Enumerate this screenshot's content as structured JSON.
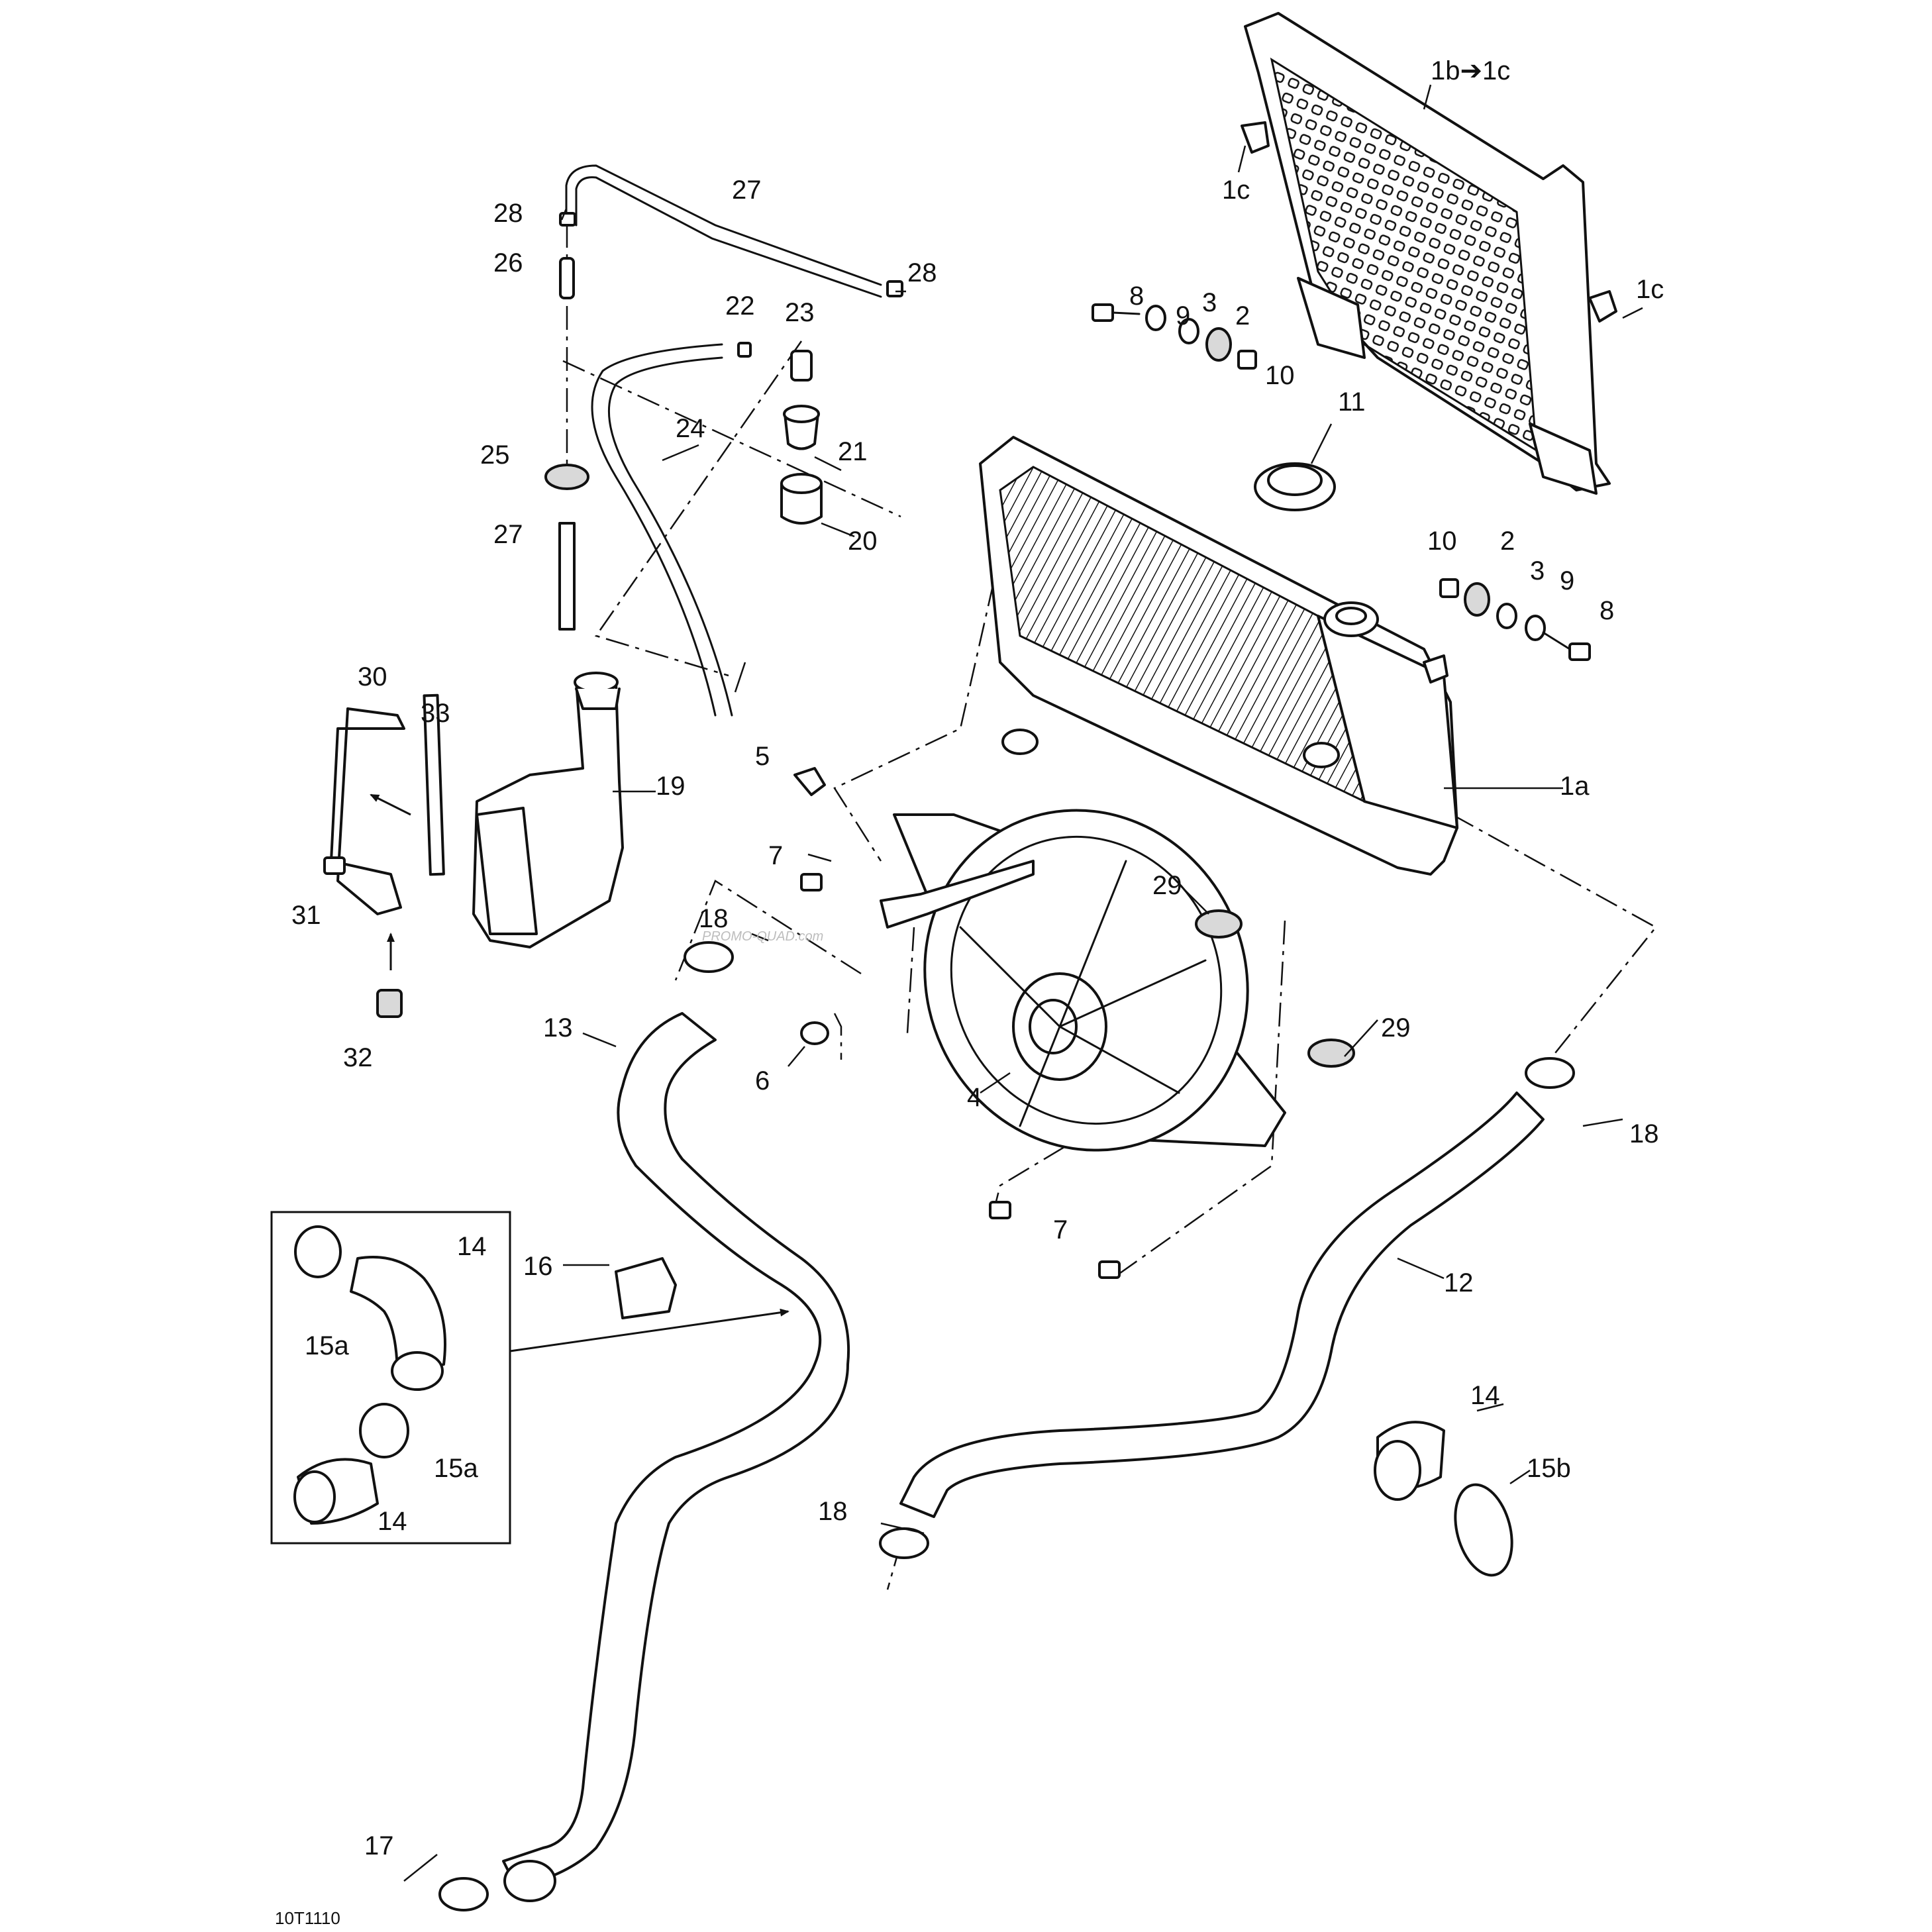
{
  "callouts": {
    "c1b_1c": "1b➔1c",
    "c1c_top": "1c",
    "c1c_right": "1c",
    "c1a": "1a",
    "c2_a": "2",
    "c2_b": "2",
    "c3_a": "3",
    "c3_b": "3",
    "c4": "4",
    "c5": "5",
    "c6": "6",
    "c7_a": "7",
    "c7_b": "7",
    "c8_a": "8",
    "c8_b": "8",
    "c9_a": "9",
    "c9_b": "9",
    "c10_a": "10",
    "c10_b": "10",
    "c11": "11",
    "c12": "12",
    "c13": "13",
    "c14_a": "14",
    "c14_b": "14",
    "c14_c": "14",
    "c15a_a": "15a",
    "c15a_b": "15a",
    "c15b": "15b",
    "c16": "16",
    "c17": "17",
    "c18_a": "18",
    "c18_b": "18",
    "c18_c": "18",
    "c19": "19",
    "c20": "20",
    "c21": "21",
    "c22": "22",
    "c23": "23",
    "c24": "24",
    "c25": "25",
    "c26": "26",
    "c27_a": "27",
    "c27_b": "27",
    "c28_a": "28",
    "c28_b": "28",
    "c29_a": "29",
    "c29_b": "29",
    "c30": "30",
    "c31": "31",
    "c32": "32",
    "c33": "33"
  },
  "diagram_code": "10T1110",
  "watermark": "PROMO-QUAD.com"
}
